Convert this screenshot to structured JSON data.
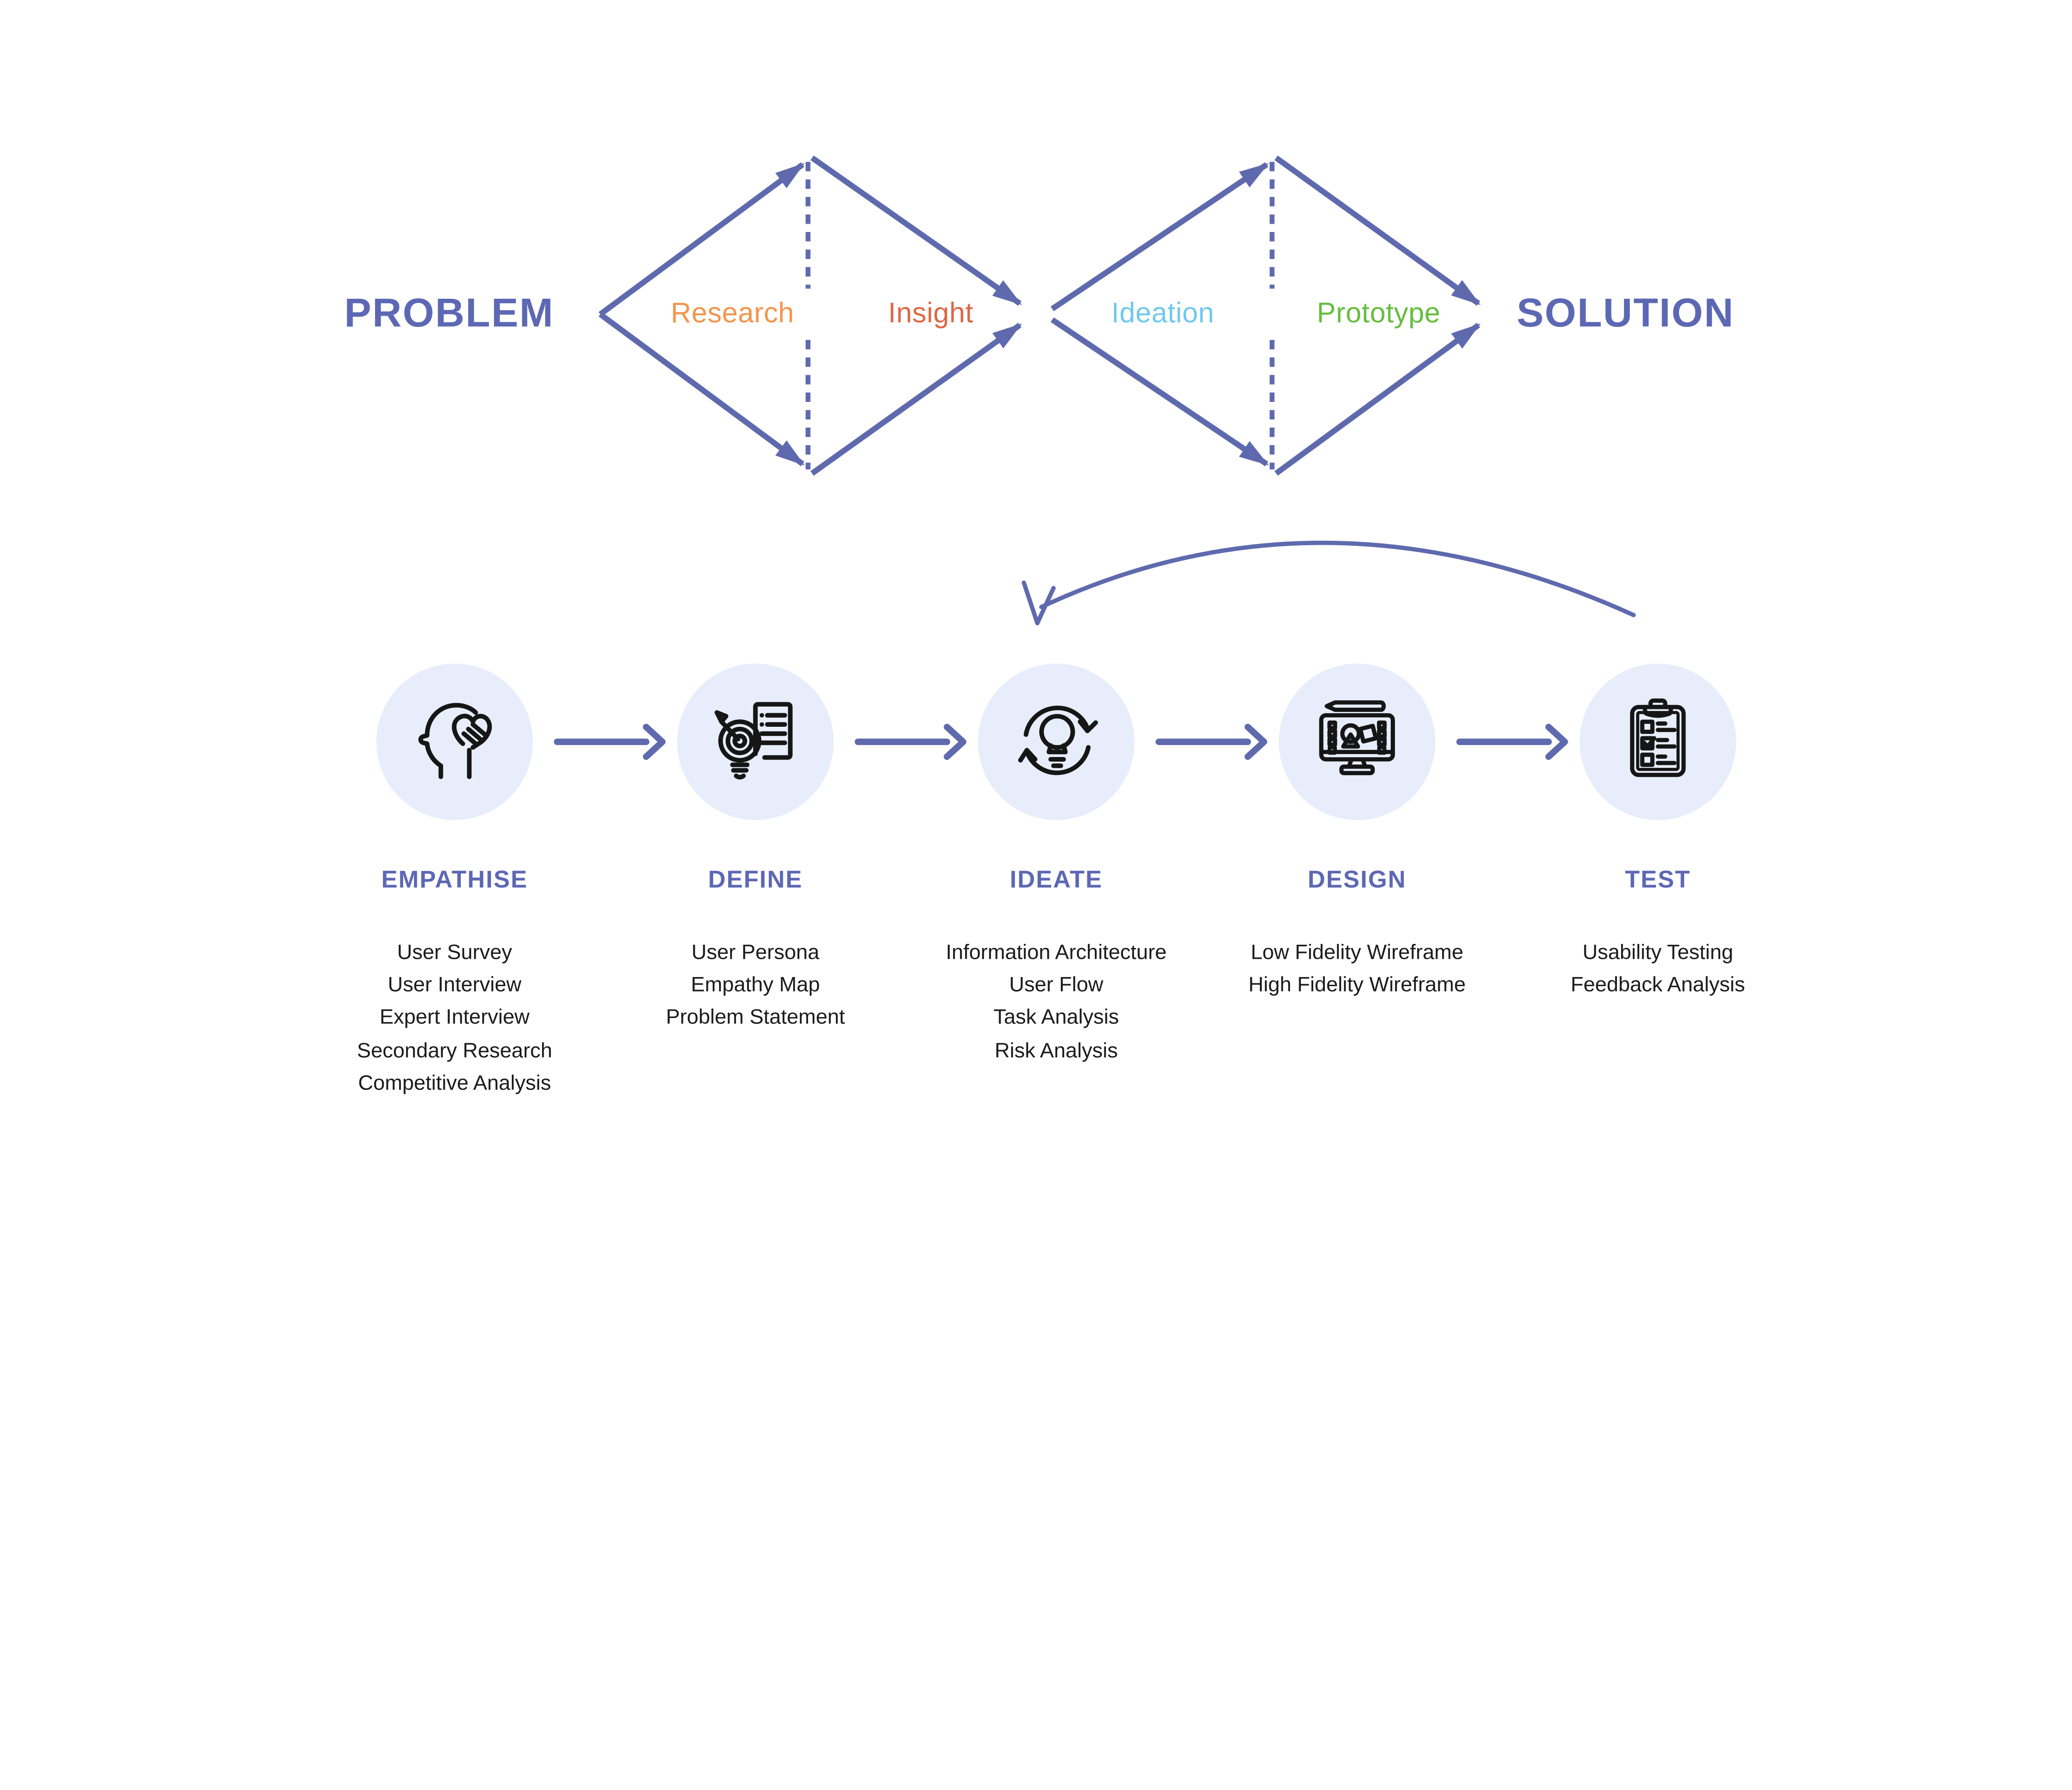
{
  "title": "Double Diamond design process diagram",
  "colors": {
    "indigo_text": "#5D68B4",
    "line": "#5F6AAE",
    "circle_bg": "#E7EDFA",
    "icon_ink": "#161616",
    "list_text": "#1C1C1C"
  },
  "double_diamond": {
    "problem_label": "PROBLEM",
    "solution_label": "SOLUTION",
    "phases": [
      {
        "label": "Research",
        "color": "#F5944D"
      },
      {
        "label": "Insight",
        "color": "#DE6747"
      },
      {
        "label": "Ideation",
        "color": "#70C8F0"
      },
      {
        "label": "Prototype",
        "color": "#67BD3F"
      }
    ]
  },
  "process": {
    "stages": [
      {
        "label": "EMPATHISE",
        "icon": "empathise-head-heart-icon",
        "items": [
          "User Survey",
          "User Interview",
          "Expert Interview",
          "Secondary Research",
          "Competitive Analysis"
        ]
      },
      {
        "label": "DEFINE",
        "icon": "define-target-bulb-document-icon",
        "items": [
          "User Persona",
          "Empathy Map",
          "Problem Statement"
        ]
      },
      {
        "label": "IDEATE",
        "icon": "ideate-bulb-cycle-icon",
        "items": [
          "Information Architecture",
          "User Flow",
          "Task Analysis",
          "Risk Analysis"
        ]
      },
      {
        "label": "DESIGN",
        "icon": "design-monitor-shapes-icon",
        "items": [
          "Low Fidelity Wireframe",
          "High Fidelity Wireframe"
        ]
      },
      {
        "label": "TEST",
        "icon": "test-clipboard-checklist-icon",
        "items": [
          "Usability Testing",
          "Feedback Analysis"
        ]
      }
    ]
  }
}
